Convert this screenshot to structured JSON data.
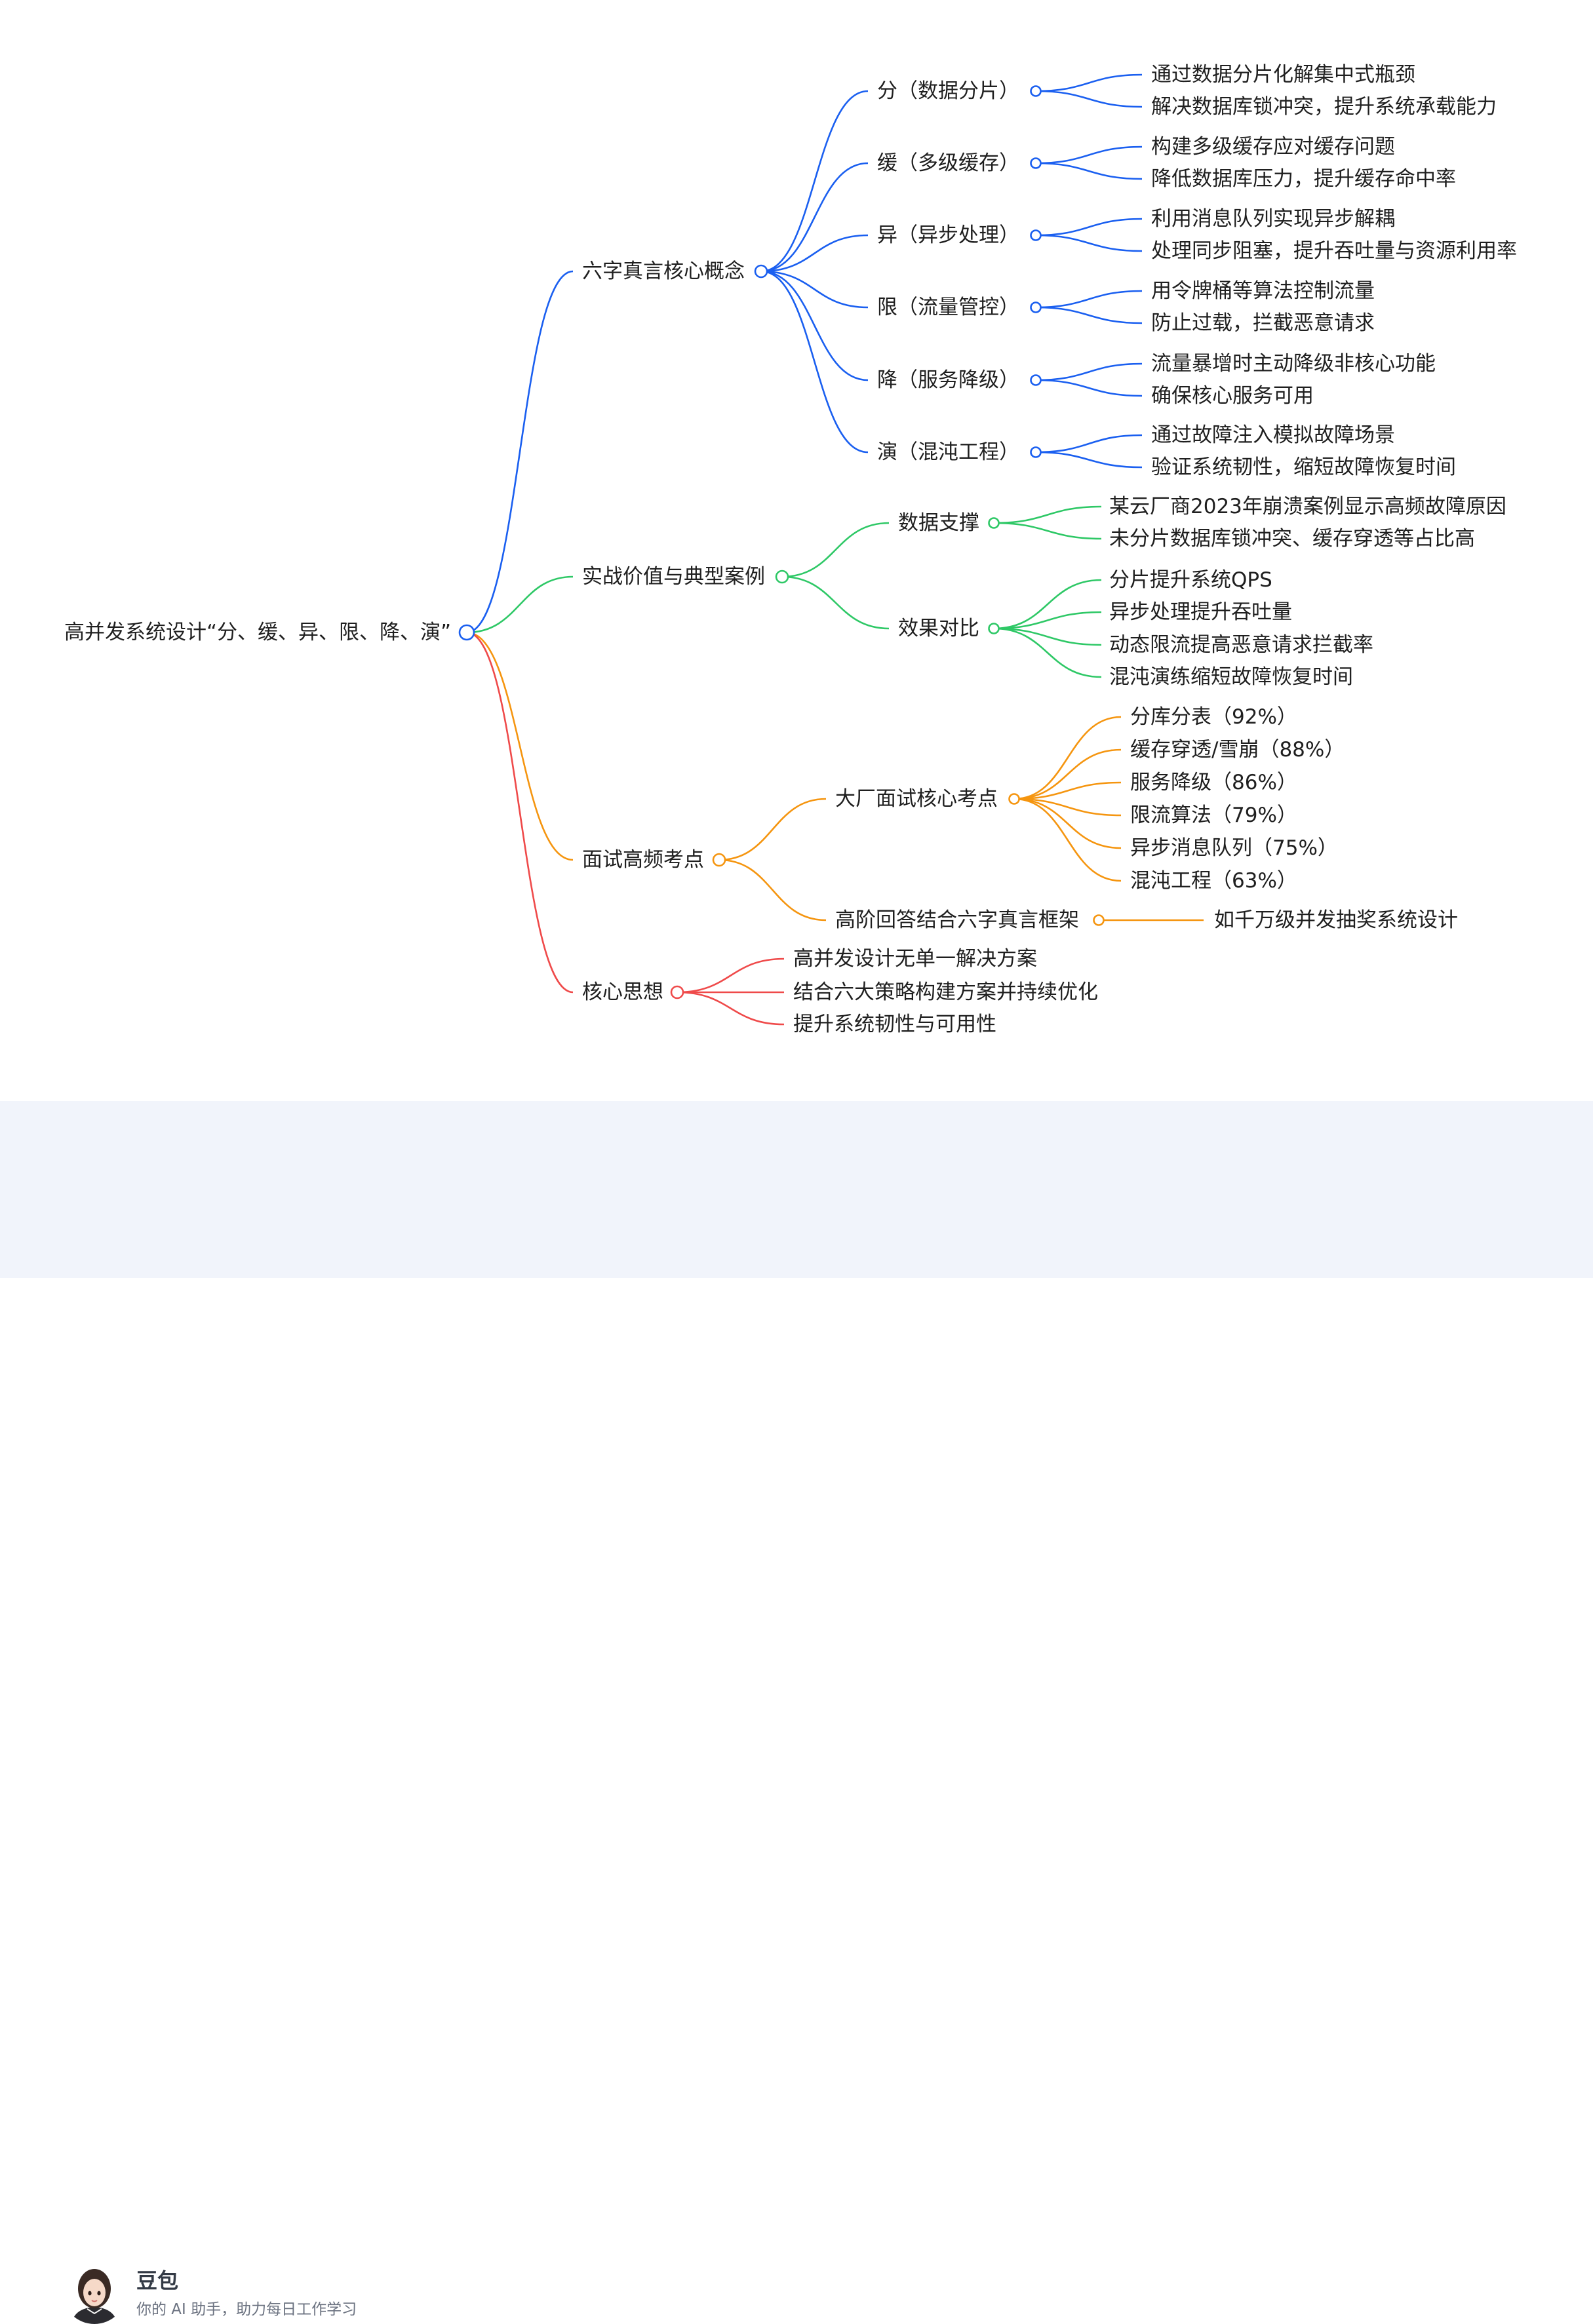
{
  "mindmap": {
    "root": "高并发系统设计“分、缓、异、限、降、演”",
    "branches": [
      {
        "label": "六字真言核心概念",
        "color": "#1a5ff0",
        "children": [
          {
            "label": "分（数据分片）",
            "children": [
              "通过数据分片化解集中式瓶颈",
              "解决数据库锁冲突，提升系统承载能力"
            ]
          },
          {
            "label": "缓（多级缓存）",
            "children": [
              "构建多级缓存应对缓存问题",
              "降低数据库压力，提升缓存命中率"
            ]
          },
          {
            "label": "异（异步处理）",
            "children": [
              "利用消息队列实现异步解耦",
              "处理同步阻塞，提升吞吐量与资源利用率"
            ]
          },
          {
            "label": "限（流量管控）",
            "children": [
              "用令牌桶等算法控制流量",
              "防止过载，拦截恶意请求"
            ]
          },
          {
            "label": "降（服务降级）",
            "children": [
              "流量暴增时主动降级非核心功能",
              "确保核心服务可用"
            ]
          },
          {
            "label": "演（混沌工程）",
            "children": [
              "通过故障注入模拟故障场景",
              "验证系统韧性，缩短故障恢复时间"
            ]
          }
        ]
      },
      {
        "label": "实战价值与典型案例",
        "color": "#2ec866",
        "children": [
          {
            "label": "数据支撑",
            "children": [
              "某云厂商2023年崩溃案例显示高频故障原因",
              "未分片数据库锁冲突、缓存穿透等占比高"
            ]
          },
          {
            "label": "效果对比",
            "children": [
              "分片提升系统QPS",
              "异步处理提升吞吐量",
              "动态限流提高恶意请求拦截率",
              "混沌演练缩短故障恢复时间"
            ]
          }
        ]
      },
      {
        "label": "面试高频考点",
        "color": "#f5950f",
        "children": [
          {
            "label": "大厂面试核心考点",
            "children": [
              "分库分表（92%）",
              "缓存穿透/雪崩（88%）",
              "服务降级（86%）",
              "限流算法（79%）",
              "异步消息队列（75%）",
              "混沌工程（63%）"
            ]
          },
          {
            "label": "高阶回答结合六字真言框架",
            "children": [
              "如千万级并发抽奖系统设计"
            ]
          }
        ]
      },
      {
        "label": "核心思想",
        "color": "#ef4a4a",
        "children": [
          {
            "label": "高并发设计无单一解决方案",
            "children": []
          },
          {
            "label": "结合六大策略构建方案并持续优化",
            "children": []
          },
          {
            "label": "提升系统韧性与可用性",
            "children": []
          }
        ]
      }
    ]
  },
  "footer": {
    "brand": "豆包",
    "tagline": "你的 AI 助手，助力每日工作学习"
  }
}
